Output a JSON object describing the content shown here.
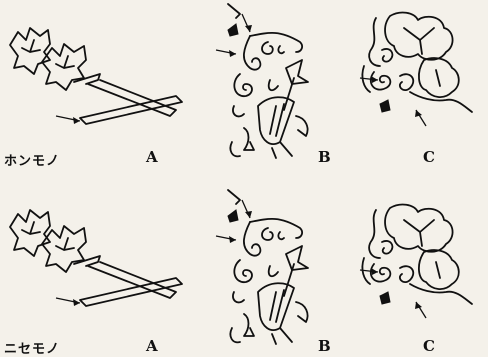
{
  "rows": [
    {
      "label": "ホンモノ",
      "panels": [
        "A",
        "B",
        "C"
      ]
    },
    {
      "label": "ニセモノ",
      "panels": [
        "A",
        "B",
        "C"
      ]
    }
  ]
}
